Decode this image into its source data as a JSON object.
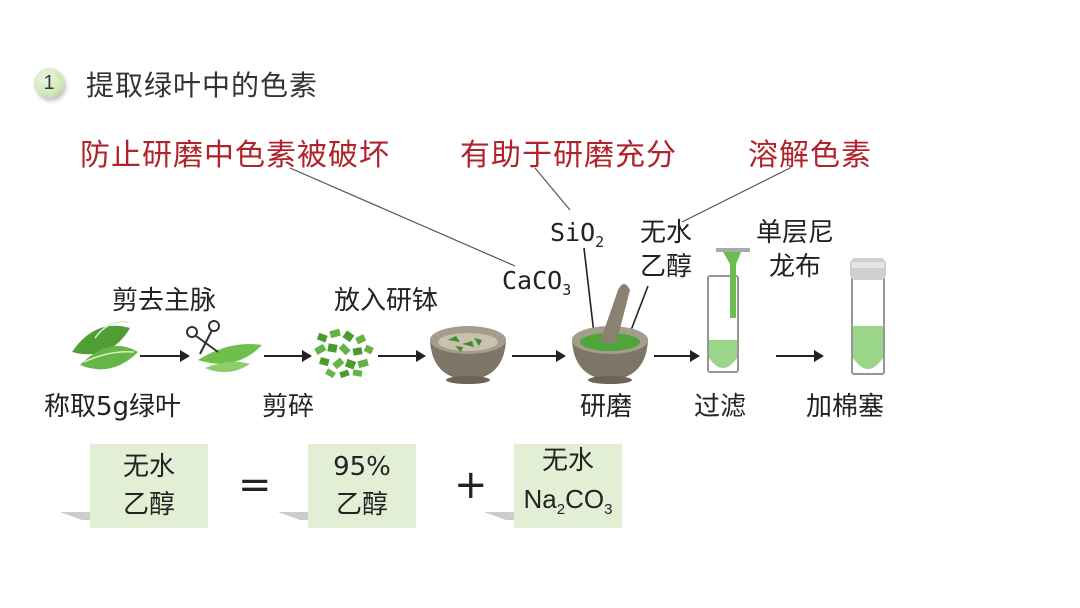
{
  "title": {
    "number": "1",
    "text": "提取绿叶中的色素"
  },
  "purposes": {
    "caco3": "防止研磨中色素被破坏",
    "sio2": "有助于研磨充分",
    "ethanol": "溶解色素"
  },
  "reagents": {
    "sio2": "SiO",
    "sio2_sub": "2",
    "caco3": "CaCO",
    "caco3_sub": "3",
    "ethanol_line1": "无水",
    "ethanol_line2": "乙醇",
    "nylon_line1": "单层尼",
    "nylon_line2": "龙布"
  },
  "steps": {
    "weigh": "称取5g绿叶",
    "remove_vein": "剪去主脉",
    "cut": "剪碎",
    "to_mortar": "放入研钵",
    "grind": "研磨",
    "filter": "过滤",
    "plug": "加棉塞"
  },
  "equation": {
    "lhs_line1": "无水",
    "lhs_line2": "乙醇",
    "equals": "=",
    "mid_line1": "95%",
    "mid_line2": "乙醇",
    "plus": "+",
    "rhs_line1": "无水",
    "rhs_chem": "Na",
    "rhs_sub1": "2",
    "rhs_chem2": "CO",
    "rhs_sub2": "3"
  },
  "colors": {
    "red_text": "#b0232a",
    "leaf_green": "#5aa83a",
    "extract_green": "#9ad58a",
    "box_fill": "#e3efd5"
  }
}
